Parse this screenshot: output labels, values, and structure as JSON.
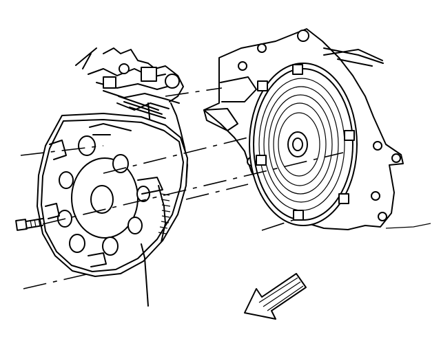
{
  "figure": {
    "parts": [
      "engine-bracket",
      "flexplate",
      "bolt",
      "transmission-housing",
      "torque-converter",
      "direction-arrow"
    ],
    "colors": {
      "ink": "#000000",
      "paper": "#ffffff"
    }
  }
}
